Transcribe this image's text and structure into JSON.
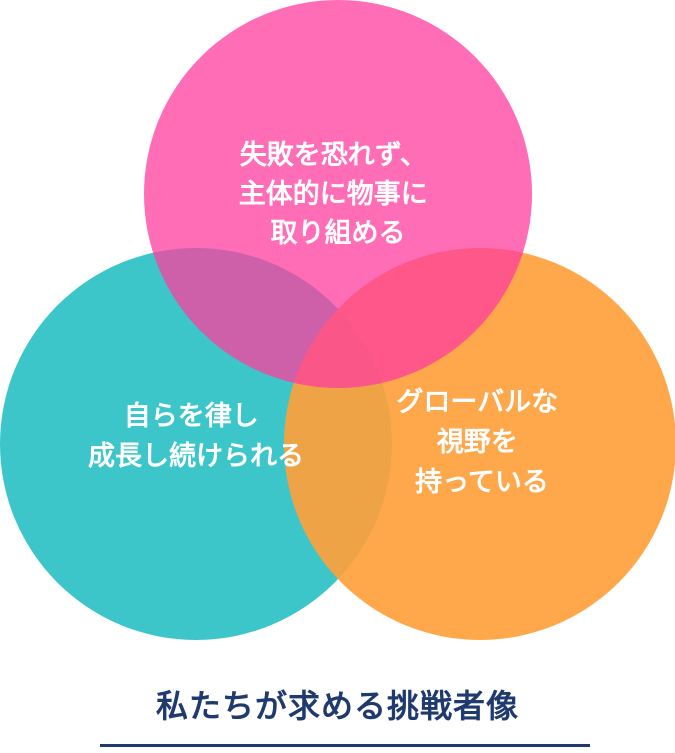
{
  "colors": {
    "pink": "#ff3c9e",
    "teal": "#3cc6ca",
    "orange": "#ff9f3c",
    "caption_text": "#1f3a6e",
    "caption_line": "#1f3a6e"
  },
  "circles": [
    {
      "id": "top",
      "lines": [
        "失敗を恐れず、",
        "主体的に物事に",
        "取り組める"
      ]
    },
    {
      "id": "left",
      "lines": [
        "自らを律し",
        "成長し続けられる"
      ]
    },
    {
      "id": "right",
      "lines": [
        "グローバルな",
        "視野を",
        "持っている"
      ]
    }
  ],
  "caption": "私たちが求める挑戦者像"
}
